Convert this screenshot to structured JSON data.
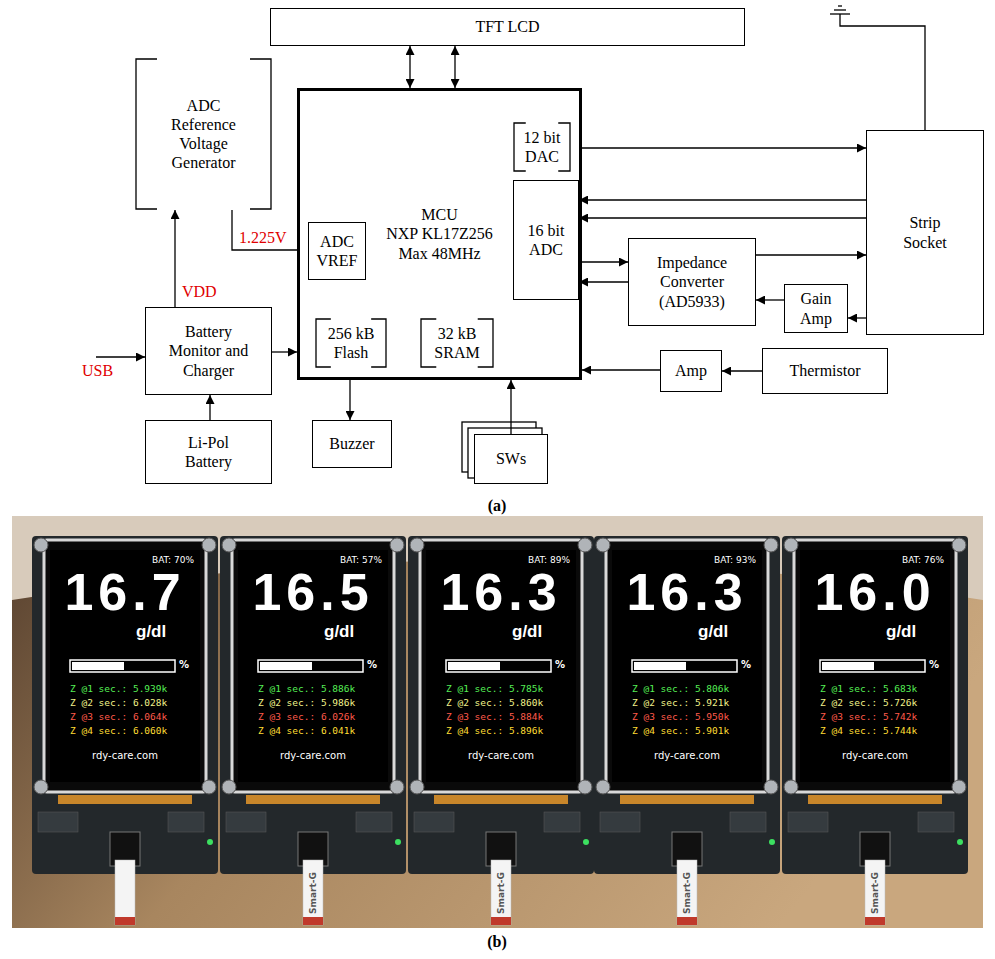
{
  "diagram": {
    "nodes": [
      {
        "text": [
          "TFT LCD"
        ]
      },
      {
        "text": [
          "ADC Reference Voltage Generator"
        ]
      },
      {
        "text": [
          "MCU",
          "NXP KL17Z256 Max 48MHz"
        ]
      },
      {
        "text": [
          "ADC VREF"
        ],
        "in": 2
      },
      {
        "text": [
          "12 bit DAC"
        ],
        "in": 2
      },
      {
        "text": [
          "16 bit ADC"
        ],
        "in": 2
      },
      {
        "text": [
          "256 kB Flash"
        ],
        "in": 2
      },
      {
        "text": [
          "32 kB SRAM"
        ],
        "in": 2
      },
      {
        "text": [
          "Strip Socket"
        ]
      },
      {
        "text": [
          "Impedance Converter (AD5933)"
        ]
      },
      {
        "text": [
          "Gain Amp"
        ]
      },
      {
        "text": [
          "Battery Monitor and Charger"
        ]
      },
      {
        "text": [
          "Li-Pol Battery"
        ]
      },
      {
        "text": [
          "Buzzer"
        ]
      },
      {
        "text": [
          "SWs"
        ]
      },
      {
        "text": [
          "Amp"
        ]
      },
      {
        "text": [
          "Thermistor"
        ]
      }
    ],
    "edges": [
      {
        "from": 2,
        "to": 0,
        "arrow": "both"
      },
      {
        "from": 2,
        "to": 0,
        "arrow": "both"
      },
      {
        "from": 11,
        "to": 1,
        "arrow": "to",
        "label": "VDD"
      },
      {
        "from": 1,
        "to": 3,
        "arrow": "to",
        "label": "1.225V"
      },
      {
        "from": 12,
        "to": 11,
        "arrow": "to"
      },
      {
        "from": 11,
        "to": 2,
        "arrow": "to"
      },
      {
        "from": 4,
        "to": 8,
        "arrow": "to"
      },
      {
        "from": 8,
        "to": 5,
        "arrow": "to"
      },
      {
        "from": 8,
        "to": 5,
        "arrow": "to"
      },
      {
        "from": 5,
        "to": 9,
        "arrow": "to"
      },
      {
        "from": 9,
        "to": 5,
        "arrow": "to"
      },
      {
        "from": 9,
        "to": 8,
        "arrow": "to"
      },
      {
        "from": 8,
        "to": 10,
        "arrow": "to"
      },
      {
        "from": 10,
        "to": 9,
        "arrow": "to"
      },
      {
        "from": 2,
        "to": 13,
        "arrow": "to"
      },
      {
        "from": 14,
        "to": 2,
        "arrow": "to"
      },
      {
        "from": 15,
        "to": 2,
        "arrow": "to"
      },
      {
        "from": 16,
        "to": 15,
        "arrow": "to"
      }
    ],
    "labels": [
      "USB",
      "(a)",
      "BAT: 70%",
      "16.7",
      "g/dl",
      "%",
      "Z @1 sec.: 5.939k",
      "Z @2 sec.: 6.028k",
      "Z @3 sec.: 6.064k",
      "Z @4 sec.: 6.060k",
      "rdy-care.com",
      "BAT: 57%",
      "16.5",
      "g/dl",
      "%",
      "Z @1 sec.: 5.886k",
      "Z @2 sec.: 5.986k",
      "Z @3 sec.: 6.026k",
      "Z @4 sec.: 6.041k",
      "rdy-care.com",
      "BAT: 89%",
      "16.3",
      "g/dl",
      "%",
      "Z @1 sec.: 5.785k",
      "Z @2 sec.: 5.860k",
      "Z @3 sec.: 5.884k",
      "Z @4 sec.: 5.896k",
      "rdy-care.com",
      "BAT: 93%",
      "16.3",
      "g/dl",
      "%",
      "Z @1 sec.: 5.806k",
      "Z @2 sec.: 5.921k",
      "Z @3 sec.: 5.950k",
      "Z @4 sec.: 5.901k",
      "rdy-care.com",
      "BAT: 76%",
      "16.0",
      "g/dl",
      "%",
      "Z @1 sec.: 5.683k",
      "Z @2 sec.: 5.726k",
      "Z @3 sec.: 5.742k",
      "Z @4 sec.: 5.744k",
      "rdy-care.com",
      "Smart-G",
      "Smart-G",
      "Smart-G",
      "Smart-G",
      "(b)"
    ]
  }
}
